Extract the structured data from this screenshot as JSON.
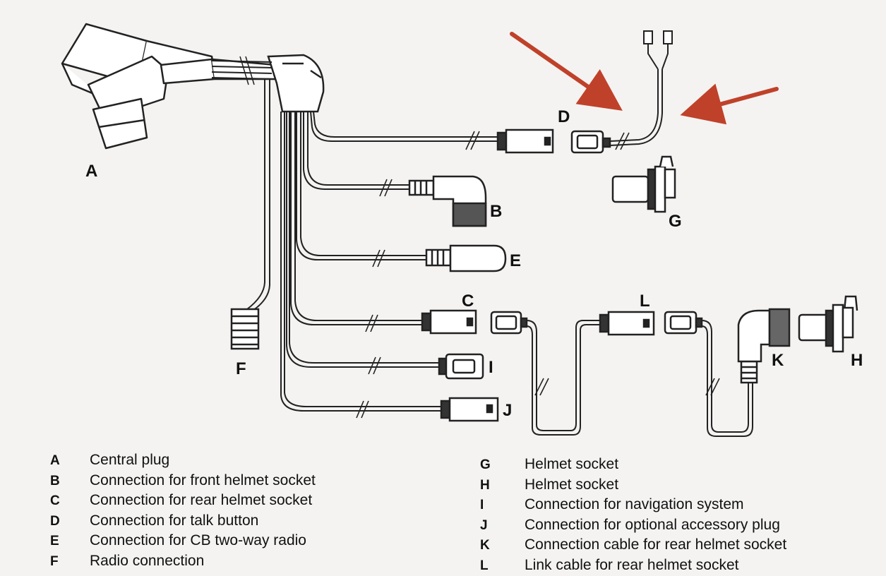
{
  "labels": {
    "A": "A",
    "B": "B",
    "C": "C",
    "D": "D",
    "E": "E",
    "F": "F",
    "G": "G",
    "H": "H",
    "I": "I",
    "J": "J",
    "K": "K",
    "L": "L"
  },
  "colors": {
    "line": "#222222",
    "arrow": "#c0412a",
    "background": "#f4f3f1"
  },
  "legend": {
    "left": [
      {
        "letter": "A",
        "text": "Central plug"
      },
      {
        "letter": "B",
        "text": "Connection for front helmet socket"
      },
      {
        "letter": "C",
        "text": "Connection for rear helmet socket"
      },
      {
        "letter": "D",
        "text": "Connection for talk button"
      },
      {
        "letter": "E",
        "text": "Connection for CB two-way radio"
      },
      {
        "letter": "F",
        "text": "Radio connection"
      }
    ],
    "right": [
      {
        "letter": "G",
        "text": "Helmet socket"
      },
      {
        "letter": "H",
        "text": "Helmet socket"
      },
      {
        "letter": "I",
        "text": "Connection for navigation system"
      },
      {
        "letter": "J",
        "text": "Connection for optional accessory plug"
      },
      {
        "letter": "K",
        "text": "Connection cable for rear helmet socket"
      },
      {
        "letter": "L",
        "text": "Link cable for rear helmet socket"
      }
    ]
  }
}
